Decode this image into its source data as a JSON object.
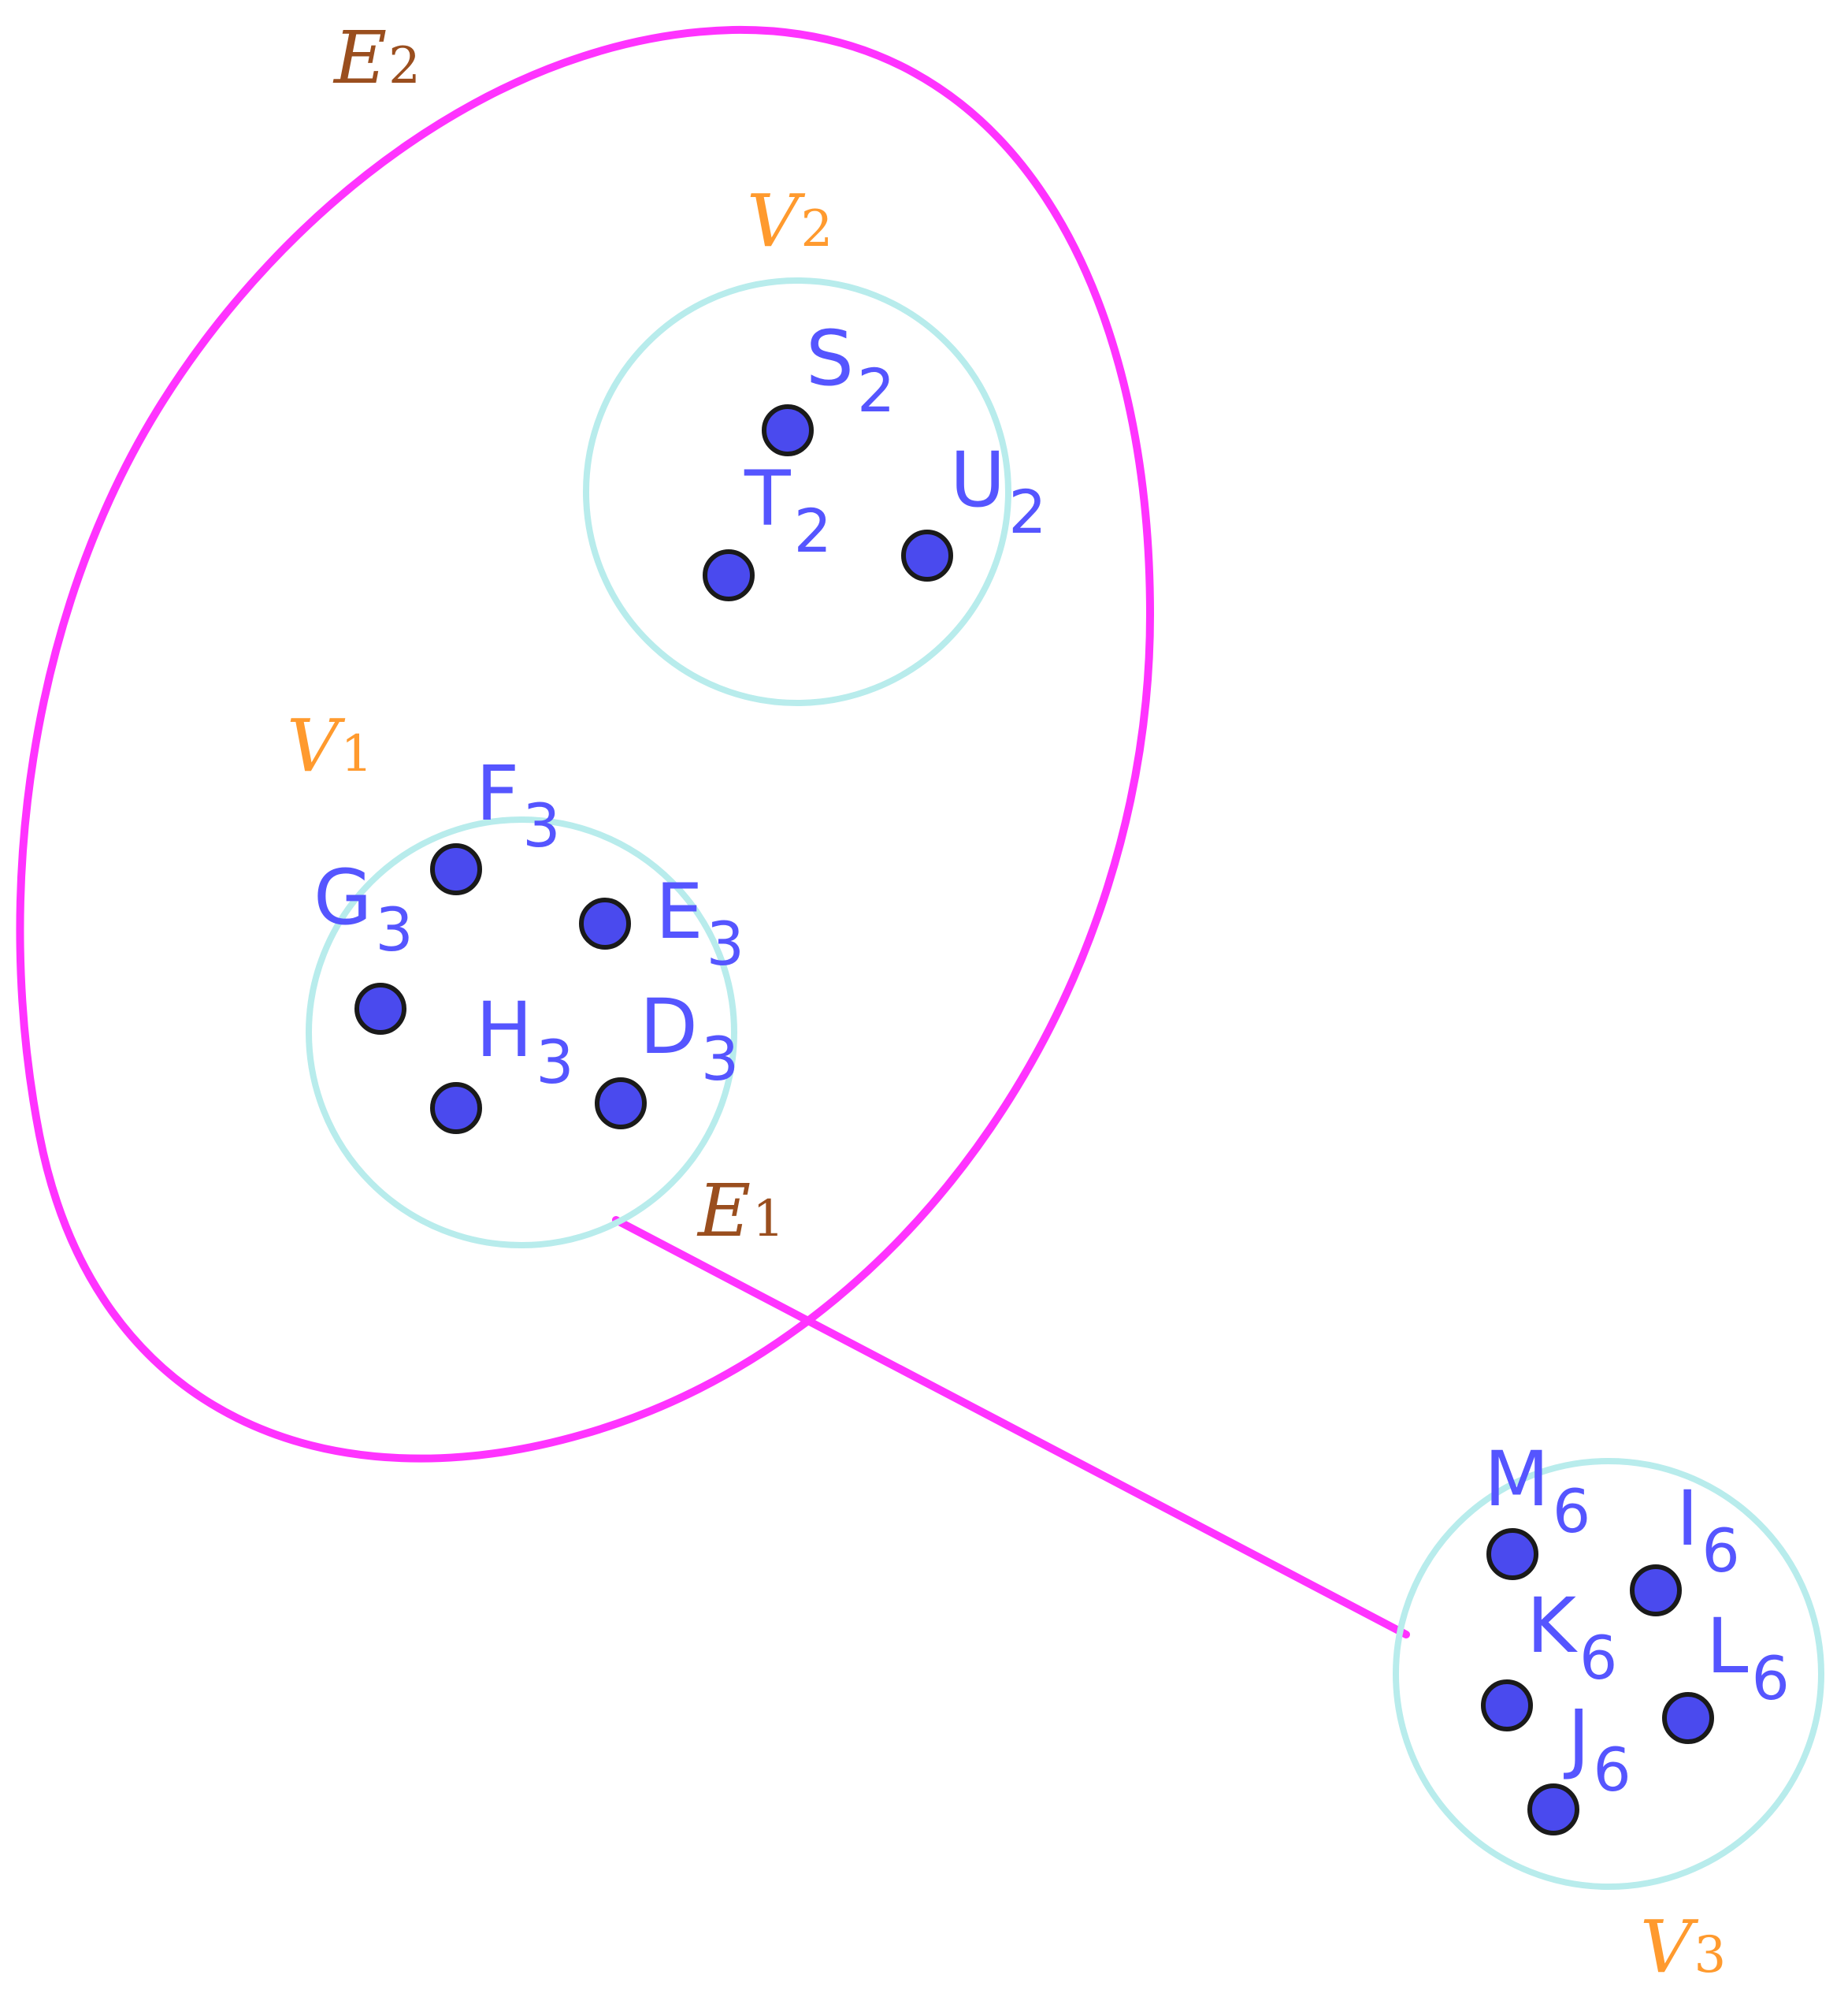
{
  "colors": {
    "edge": "#ff33ff",
    "vertex_set": "#b8ecec",
    "node_fill": "#4a4aee",
    "node_label": "#5555ff",
    "set_label": "#ff9a2e",
    "edge_label": "#9a4e1e"
  },
  "edges": [
    {
      "id": "E2",
      "letter": "E",
      "sub": "2",
      "kind": "hull"
    },
    {
      "id": "E1",
      "letter": "E",
      "sub": "1",
      "kind": "line"
    }
  ],
  "vertex_sets": [
    {
      "id": "V2",
      "letter": "V",
      "sub": "2",
      "nodes": [
        {
          "letter": "S",
          "sub": "2"
        },
        {
          "letter": "T",
          "sub": "2"
        },
        {
          "letter": "U",
          "sub": "2"
        }
      ]
    },
    {
      "id": "V1",
      "letter": "V",
      "sub": "1",
      "nodes": [
        {
          "letter": "F",
          "sub": "3"
        },
        {
          "letter": "G",
          "sub": "3"
        },
        {
          "letter": "E",
          "sub": "3"
        },
        {
          "letter": "H",
          "sub": "3"
        },
        {
          "letter": "D",
          "sub": "3"
        }
      ]
    },
    {
      "id": "V3",
      "letter": "V",
      "sub": "3",
      "nodes": [
        {
          "letter": "M",
          "sub": "6"
        },
        {
          "letter": "I",
          "sub": "6"
        },
        {
          "letter": "K",
          "sub": "6"
        },
        {
          "letter": "L",
          "sub": "6"
        },
        {
          "letter": "J",
          "sub": "6"
        }
      ]
    }
  ]
}
